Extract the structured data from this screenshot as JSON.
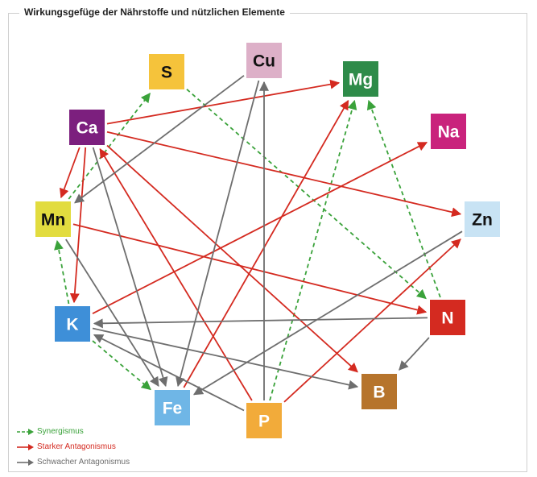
{
  "title": "Wirkungsgefüge der Nährstoffe und nützlichen Elemente",
  "colors": {
    "synergy": "#3aa23a",
    "strong": "#d42a20",
    "weak": "#6e6e6e"
  },
  "legend": [
    {
      "key": "synergy",
      "label": "Synergismus"
    },
    {
      "key": "strong",
      "label": "Starker Antagonismus"
    },
    {
      "key": "weak",
      "label": "Schwacher Antagonismus"
    }
  ],
  "nodes": [
    {
      "id": "S",
      "label": "S",
      "bg": "#f5c33b",
      "fg": "#111111"
    },
    {
      "id": "Cu",
      "label": "Cu",
      "bg": "#ddb0c8",
      "fg": "#111111"
    },
    {
      "id": "Mg",
      "label": "Mg",
      "bg": "#2e8b49",
      "fg": "#ffffff"
    },
    {
      "id": "Na",
      "label": "Na",
      "bg": "#c9237c",
      "fg": "#ffffff"
    },
    {
      "id": "Ca",
      "label": "Ca",
      "bg": "#7c1f7e",
      "fg": "#ffffff"
    },
    {
      "id": "Mn",
      "label": "Mn",
      "bg": "#e2dc3f",
      "fg": "#111111"
    },
    {
      "id": "Zn",
      "label": "Zn",
      "bg": "#c8e3f4",
      "fg": "#111111"
    },
    {
      "id": "K",
      "label": "K",
      "bg": "#3e8fd8",
      "fg": "#ffffff"
    },
    {
      "id": "N",
      "label": "N",
      "bg": "#d42a20",
      "fg": "#ffffff"
    },
    {
      "id": "B",
      "label": "B",
      "bg": "#b6742c",
      "fg": "#ffffff"
    },
    {
      "id": "Fe",
      "label": "Fe",
      "bg": "#6fb6e6",
      "fg": "#ffffff"
    },
    {
      "id": "P",
      "label": "P",
      "bg": "#f2ab3a",
      "fg": "#ffffff"
    }
  ],
  "edges": [
    {
      "from": "Mn",
      "to": "S",
      "type": "synergy"
    },
    {
      "from": "S",
      "to": "N",
      "type": "synergy"
    },
    {
      "from": "K",
      "to": "Mn",
      "type": "synergy"
    },
    {
      "from": "K",
      "to": "Fe",
      "type": "synergy"
    },
    {
      "from": "P",
      "to": "Mg",
      "type": "synergy"
    },
    {
      "from": "N",
      "to": "Mg",
      "type": "synergy"
    },
    {
      "from": "Ca",
      "to": "Mg",
      "type": "strong"
    },
    {
      "from": "Ca",
      "to": "Zn",
      "type": "strong"
    },
    {
      "from": "Ca",
      "to": "Mn",
      "type": "strong"
    },
    {
      "from": "Ca",
      "to": "K",
      "type": "strong"
    },
    {
      "from": "Ca",
      "to": "B",
      "type": "strong"
    },
    {
      "from": "Mn",
      "to": "N",
      "type": "strong"
    },
    {
      "from": "K",
      "to": "Na",
      "type": "strong"
    },
    {
      "from": "Fe",
      "to": "Mg",
      "type": "strong"
    },
    {
      "from": "P",
      "to": "Ca",
      "type": "strong"
    },
    {
      "from": "P",
      "to": "Zn",
      "type": "strong"
    },
    {
      "from": "Cu",
      "to": "Mn",
      "type": "weak"
    },
    {
      "from": "Cu",
      "to": "Fe",
      "type": "weak"
    },
    {
      "from": "P",
      "to": "Cu",
      "type": "weak"
    },
    {
      "from": "Ca",
      "to": "Fe",
      "type": "weak"
    },
    {
      "from": "Mn",
      "to": "Fe",
      "type": "weak"
    },
    {
      "from": "N",
      "to": "K",
      "type": "weak"
    },
    {
      "from": "Zn",
      "to": "Fe",
      "type": "weak"
    },
    {
      "from": "K",
      "to": "B",
      "type": "weak"
    },
    {
      "from": "P",
      "to": "K",
      "type": "weak"
    },
    {
      "from": "N",
      "to": "B",
      "type": "weak"
    }
  ]
}
